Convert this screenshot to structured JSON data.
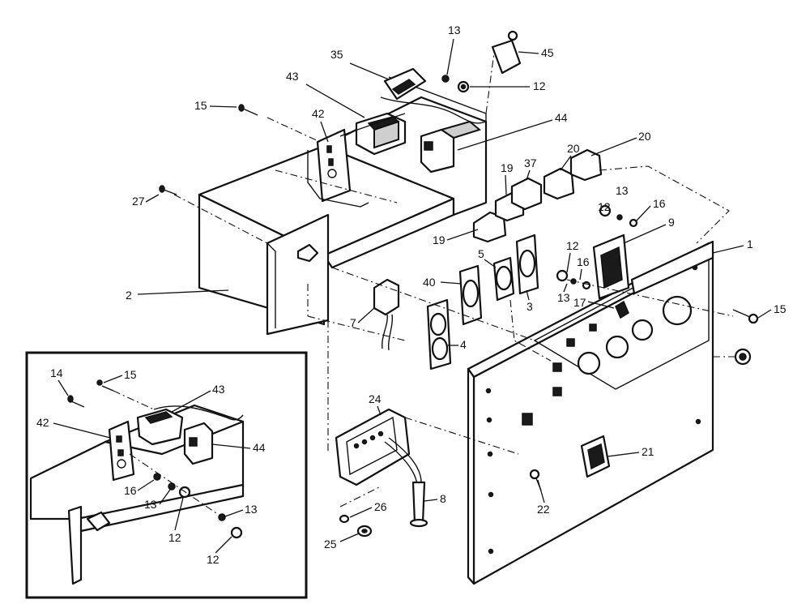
{
  "callouts": {
    "c13a": "13",
    "c45": "45",
    "c35": "35",
    "c43a": "43",
    "c12a": "12",
    "c15a": "15",
    "c42a": "42",
    "c44a": "44",
    "c20a": "20",
    "c20b": "20",
    "c19a": "19",
    "c37": "37",
    "c13b": "13",
    "c16a": "16",
    "c27": "27",
    "c12b": "12",
    "c9": "9",
    "c1": "1",
    "c19b": "19",
    "c5": "5",
    "c12c": "12",
    "c16b": "16",
    "c2": "2",
    "c40": "40",
    "c3": "3",
    "c13c": "13",
    "c17": "17",
    "c15b": "15",
    "c7": "7",
    "c4": "4",
    "c24": "24",
    "c21": "21",
    "c22": "22",
    "c26": "26",
    "c8": "8",
    "c25": "25",
    "c14": "14",
    "c15c": "15",
    "c43b": "43",
    "c42b": "42",
    "c44b": "44",
    "c16c": "16",
    "c13d": "13",
    "c12d": "12",
    "c13e": "13",
    "c12e": "12"
  }
}
